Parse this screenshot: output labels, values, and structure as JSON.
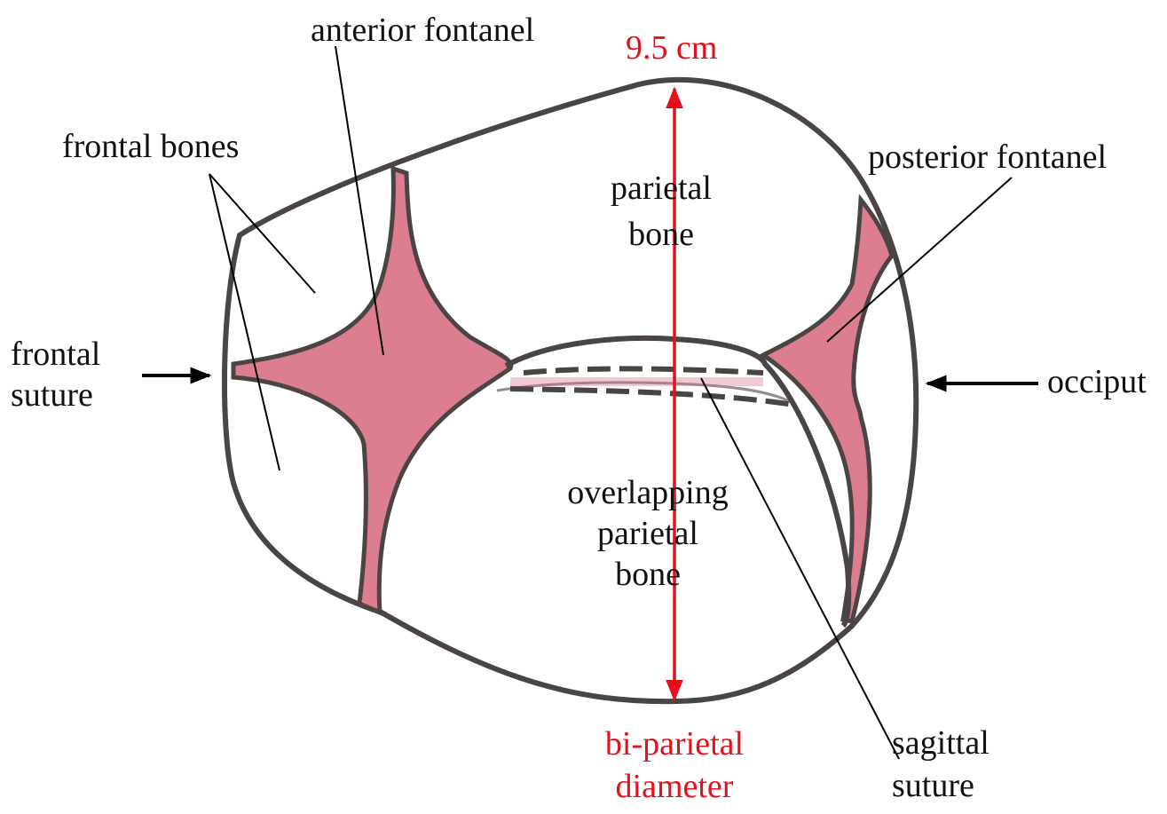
{
  "labels": {
    "anterior_fontanel": "anterior fontanel",
    "measurement": "9.5 cm",
    "frontal_bones": "frontal bones",
    "posterior_fontanel": "posterior fontanel",
    "parietal_bone_line1": "parietal",
    "parietal_bone_line2": "bone",
    "frontal_suture_line1": "frontal",
    "frontal_suture_line2": "suture",
    "occiput": "occiput",
    "overlapping_line1": "overlapping",
    "overlapping_line2": "parietal",
    "overlapping_line3": "bone",
    "biparietal_line1": "bi-parietal",
    "biparietal_line2": "diameter",
    "sagittal_line1": "sagittal",
    "sagittal_line2": "suture"
  },
  "colors": {
    "outline": "#4a4445",
    "fontanel_fill": "#d6677c",
    "measurement": "#e5101b",
    "pointer": "#000000"
  }
}
